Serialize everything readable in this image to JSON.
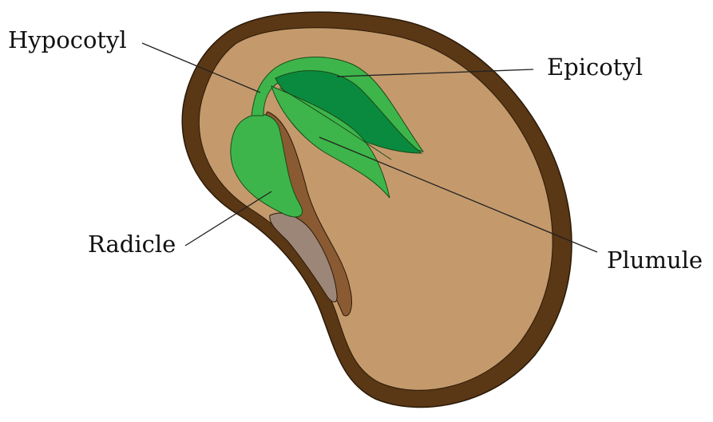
{
  "labels": {
    "hypocotyl": "Hypocotyl",
    "epicotyl": "Epicotyl",
    "radicle": "Radicle",
    "plumule": "Plumule"
  },
  "colors": {
    "seed_coat": "#5a3715",
    "cotyledon": "#c49a6c",
    "embryo_green": "#3db54a",
    "embryo_dark_green": "#0a8a3e",
    "hilum_gray": "#9c8678",
    "hilum_brown": "#8a5a32",
    "leader_line": "#222222"
  }
}
